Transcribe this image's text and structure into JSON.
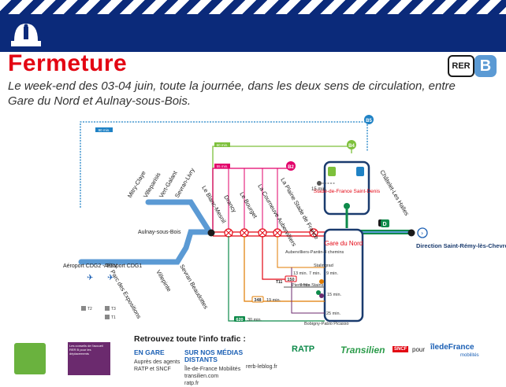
{
  "header": {
    "title": "Fermeture",
    "subtitle": "Le week-end des 03-04 juin, toute la journée, dans les deux sens de circulation, entre Gare du Nord et Aulnay-sous-Bois.",
    "rer_label": "RER",
    "line_letter": "B"
  },
  "colors": {
    "accent": "#e30613",
    "banner": "#0b2a7a",
    "line_b": "#5b9ad4",
    "line_d": "#0e8a4a",
    "bus_b2": "#e2006a",
    "bus_b4": "#7dc03b",
    "bus_b5": "#1f82c5"
  },
  "map": {
    "stations_closed": [
      "Le Blanc-Mesnil",
      "Drancy",
      "Le Bourget",
      "La Courneuve Aubervilliers",
      "La Plaine Stade de France"
    ],
    "branch_top": [
      "Mitry-Claye",
      "Villeparisis",
      "Vert-Galant",
      "Sevran-Livry"
    ],
    "branch_bottom": [
      "Aéroport CDG2 - TGV",
      "Aéroport CDG1",
      "Parc des Expositions",
      "Villepinte",
      "Sevran Beaudottes"
    ],
    "hub": "Aulnay-sous-Bois",
    "gare_du_nord": "Gare du Nord",
    "stade_de_france": "Stade-de-France Saint-Denis",
    "chatelet": "Châtelet-Les Halles",
    "direction": "Direction Saint-Rémy-lès-Chevreuse / Robinson",
    "bus_labels": {
      "b5": "B5",
      "b4": "B4",
      "b2": "B2"
    },
    "shuttle_times": {
      "b5": "90 min.",
      "b4": "60 min.",
      "b2": "55 min.",
      "walk": "15 min."
    },
    "terminals": [
      "T2",
      "T3",
      "T1"
    ],
    "rer_d": "D",
    "bus_150": "150",
    "bus_348": "348",
    "bus_620": "620",
    "stops": [
      "Aubervilliers-Pantin-4 chemins",
      "Stalingrad",
      "Pierrefitte Stains",
      "Bobigny-Pablo Picasso"
    ],
    "times": {
      "t1": "13 min.",
      "t2": "7 min.",
      "t3": "9 min.",
      "t4": "7 min.",
      "t5": "15 min.",
      "t6": "19 min.",
      "t7": "25 min.",
      "t8": "30 min."
    },
    "metro_tram": {
      "m7": "7",
      "m5": "5",
      "t11": "T11"
    }
  },
  "footer": {
    "info_title": "Retrouvez toute l'info trafic :",
    "col1_head": "EN GARE",
    "col1_text": "Auprès des agents RATP et SNCF",
    "col2_head": "SUR NOS MÉDIAS DISTANTS",
    "col2_line1": "Île-de-France Mobilités",
    "col2_line2": "transilien.com",
    "col2_line3": "ratp.fr",
    "col2_side": "rerb-leblog.fr",
    "purple_text": "Les conseils de l'accueil RER B pour les déplacements",
    "logo_ratp": "RATP",
    "logo_transilien": "Transilien",
    "logo_sncf": "SNCF",
    "pour": "pour",
    "logo_idfm": "îledeFrance",
    "logo_idfm_sub": "mobilités"
  }
}
